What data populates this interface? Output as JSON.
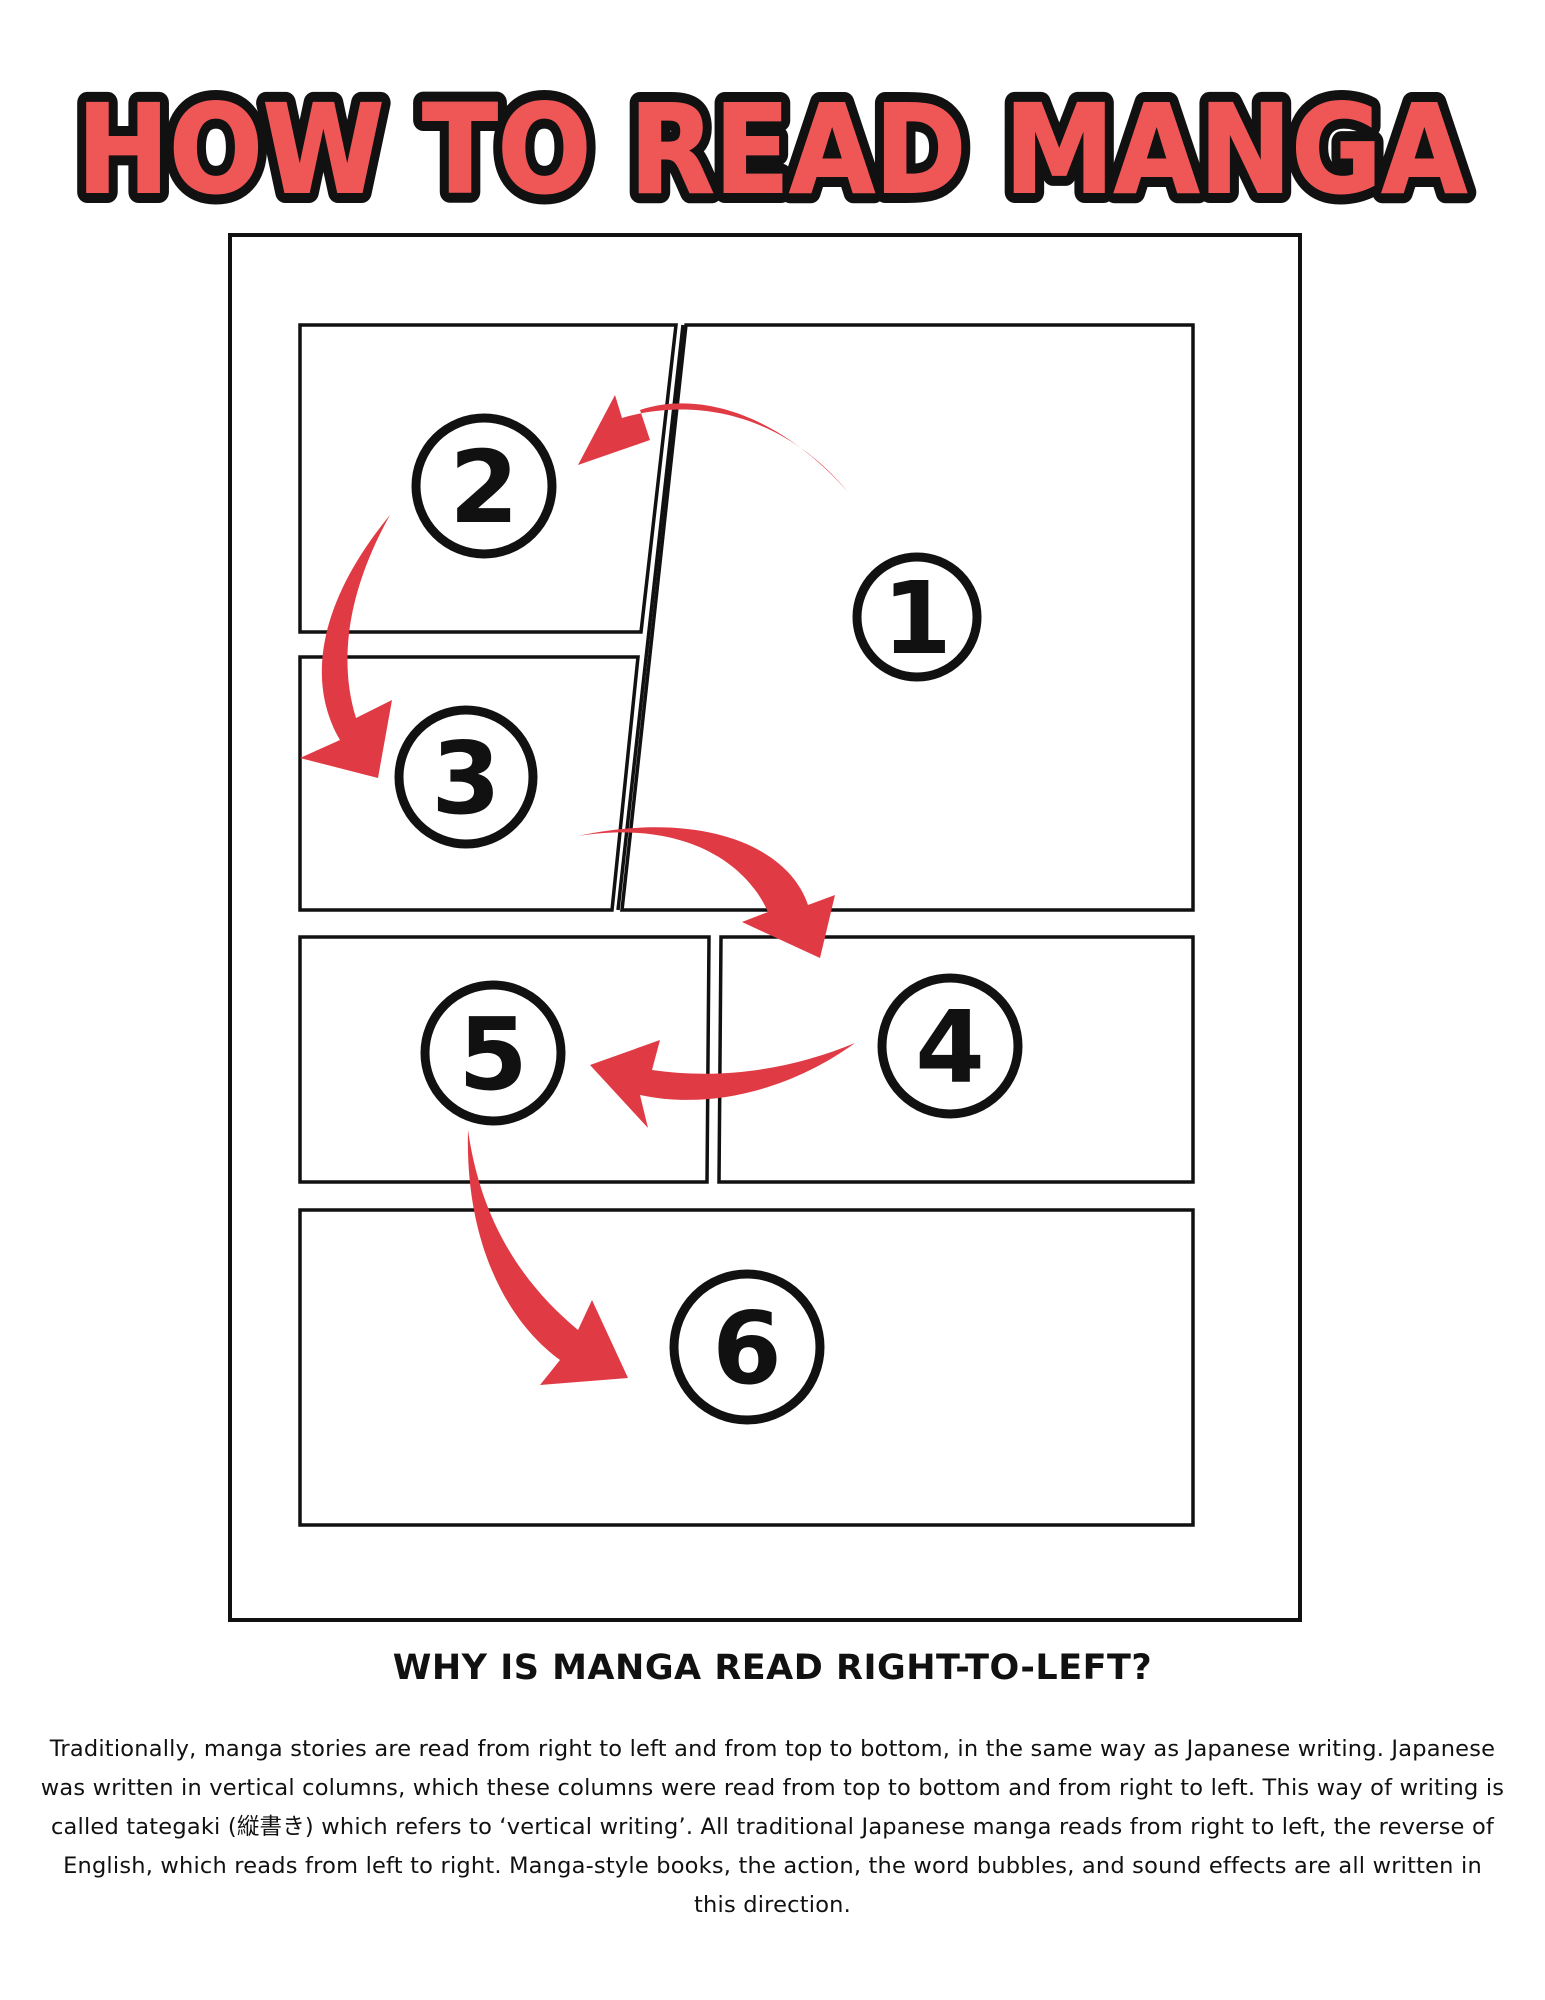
{
  "title": "HOW TO READ MANGA",
  "colors": {
    "title_fill": "#ef5656",
    "title_outline": "#111111",
    "arrow": "#e03a45",
    "panel_border": "#111111",
    "background": "#ffffff"
  },
  "panels": [
    {
      "number": "1"
    },
    {
      "number": "2"
    },
    {
      "number": "3"
    },
    {
      "number": "4"
    },
    {
      "number": "5"
    },
    {
      "number": "6"
    }
  ],
  "reading_order": [
    "1",
    "2",
    "3",
    "4",
    "5",
    "6"
  ],
  "section_heading": "WHY IS MANGA READ RIGHT-TO-LEFT?",
  "body_text": "Traditionally, manga stories are read from right to left and from top to bottom, in the same way as Japanese writing. Japanese was written in vertical columns, which these columns were read from top to bottom and from right to left. This way of writing is called tategaki (縦書き) which refers to ‘vertical writing’. All traditional Japanese manga reads from right to left, the reverse of English, which reads from left to right. Manga-style books, the action, the word bubbles, and sound effects are all written in this direction."
}
